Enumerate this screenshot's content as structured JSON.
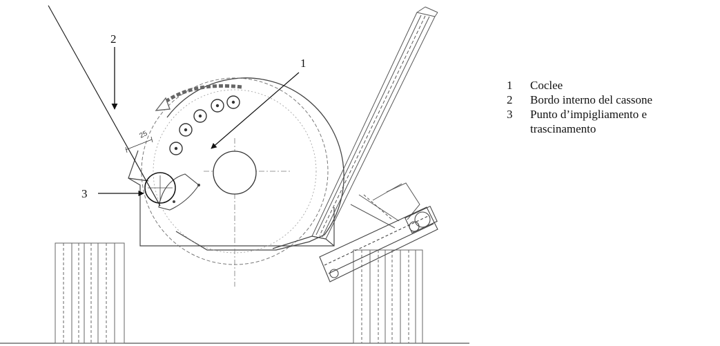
{
  "diagram": {
    "callouts": {
      "one": "1",
      "two": "2",
      "three": "3"
    },
    "dimension": "25"
  },
  "legend": {
    "items": [
      {
        "number": "1",
        "text": "Coclee"
      },
      {
        "number": "2",
        "text": "Bordo interno del cassone"
      },
      {
        "number": "3",
        "text": "Punto d’impigliamento e trascinamento"
      }
    ]
  }
}
